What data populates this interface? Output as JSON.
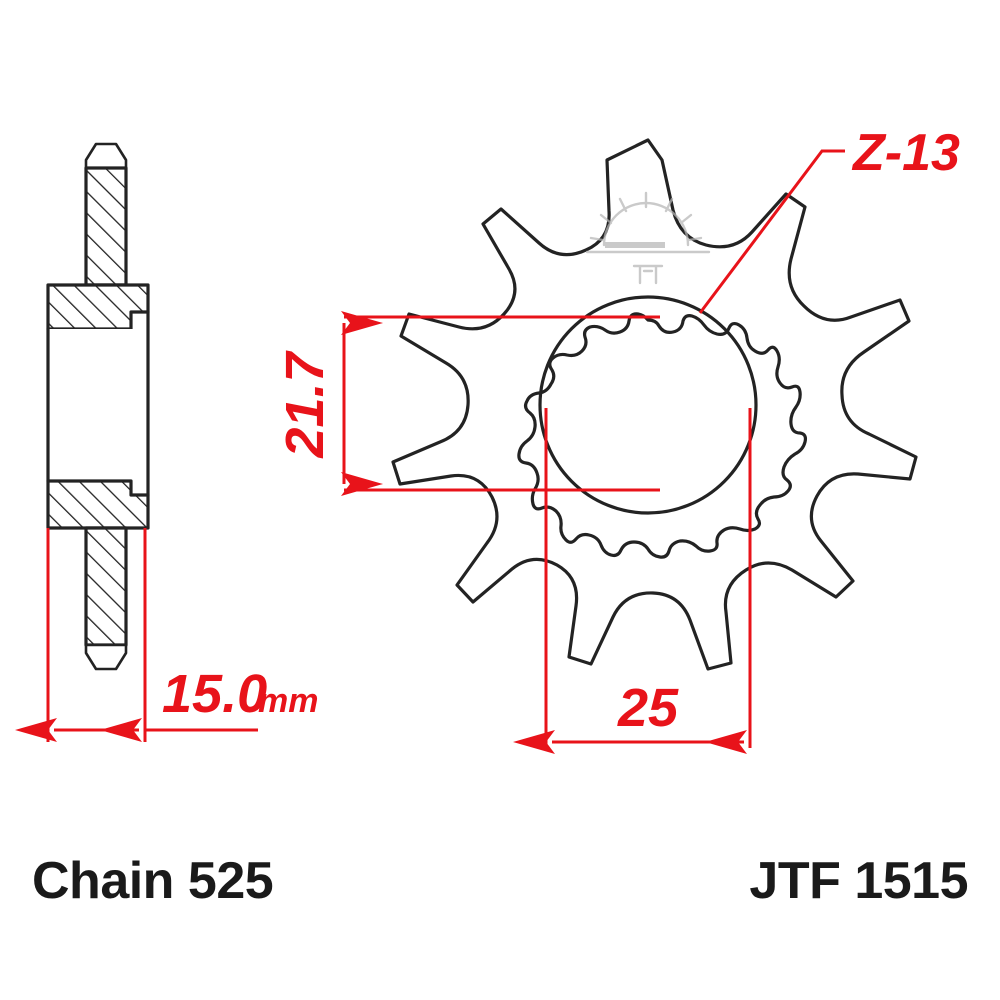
{
  "drawing": {
    "type": "technical-drawing",
    "subject": "motorcycle front sprocket",
    "background_color": "#ffffff",
    "line_color": "#232323",
    "dimension_color": "#e8131a",
    "watermark_color": "#b6b6b6"
  },
  "views": {
    "section_view": {
      "name": "cross-section side view",
      "position": "left",
      "description": "hatched cross-section of sprocket showing teeth and hub"
    },
    "face_view": {
      "name": "front face view",
      "position": "right",
      "description": "sprocket face with 13 teeth and splined bore"
    }
  },
  "annotations": {
    "tooth_count": {
      "label": "Z-13",
      "color": "#e8131a",
      "leader": "points to splined bore"
    },
    "bore_spline_dim": {
      "value": "21.7",
      "orientation": "vertical",
      "color": "#e8131a"
    },
    "bore_outer_dim": {
      "value": "25",
      "orientation": "horizontal",
      "color": "#e8131a"
    },
    "thickness_dim": {
      "value": "15.0",
      "unit": "mm",
      "orientation": "horizontal",
      "color": "#e8131a"
    }
  },
  "captions": {
    "chain": "Chain 525",
    "part_number": "JTF 1515"
  },
  "watermark": {
    "name": "sunrise-logo",
    "visible": true
  }
}
